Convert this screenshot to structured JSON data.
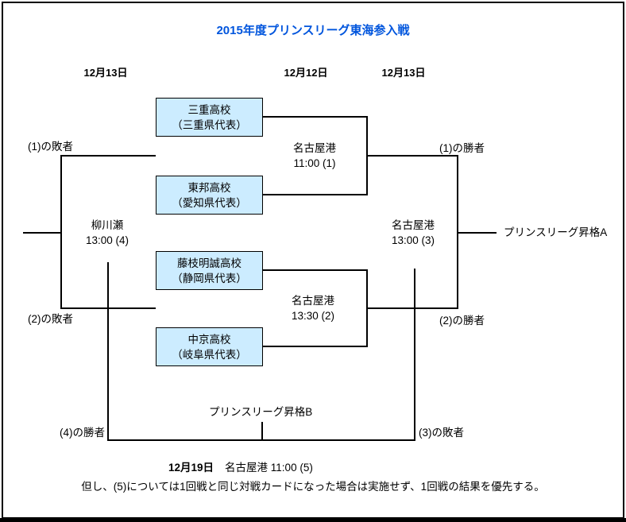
{
  "title": "2015年度プリンスリーグ東海参入戦",
  "colors": {
    "title": "#0055DD",
    "box_fill": "#CCECFF",
    "line": "#000000"
  },
  "date_headers": [
    {
      "label": "12月13日"
    },
    {
      "label": "12月12日"
    },
    {
      "label": "12月13日"
    }
  ],
  "teams": [
    {
      "name": "三重高校",
      "rep": "（三重県代表）"
    },
    {
      "name": "東邦高校",
      "rep": "（愛知県代表）"
    },
    {
      "name": "藤枝明誠高校",
      "rep": "（静岡県代表）"
    },
    {
      "name": "中京高校",
      "rep": "（岐阜県代表）"
    }
  ],
  "matches": [
    {
      "venue": "名古屋港",
      "time": "11:00 (1)"
    },
    {
      "venue": "名古屋港",
      "time": "13:30 (2)"
    },
    {
      "venue": "名古屋港",
      "time": "13:00 (3)"
    },
    {
      "venue": "柳川瀬",
      "time": "13:00 (4)"
    }
  ],
  "labels": {
    "loser1": "(1)の敗者",
    "loser2": "(2)の敗者",
    "winner1": "(1)の勝者",
    "winner2": "(2)の勝者",
    "winner4": "(4)の勝者",
    "loser3": "(3)の敗者",
    "promotion_a": "プリンスリーグ昇格A",
    "promotion_b": "プリンスリーグ昇格B"
  },
  "final_match": {
    "date": "12月19日",
    "venue_time": "名古屋港 11:00 (5)"
  },
  "note": "但し、(5)については1回戦と同じ対戦カードになった場合は実施せず、1回戦の結果を優先する。"
}
